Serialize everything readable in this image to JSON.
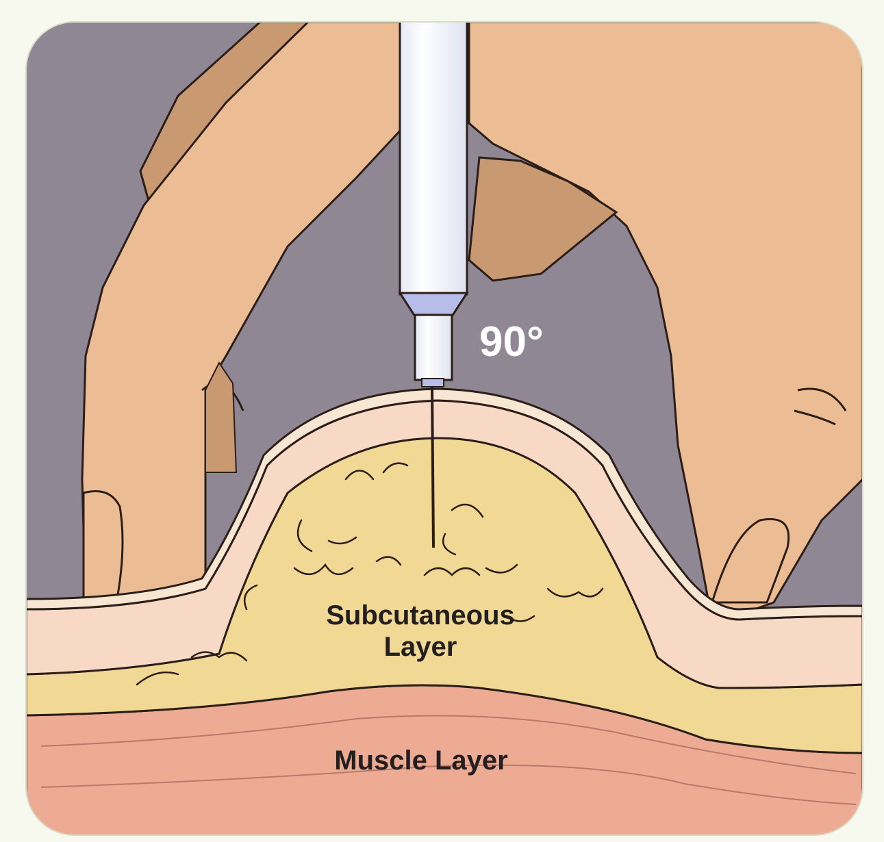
{
  "labels": {
    "angle": "90°",
    "subcutaneous_line1": "Subcutaneous",
    "subcutaneous_line2": "Layer",
    "muscle": "Muscle Layer"
  },
  "colors": {
    "background": "#8f8793",
    "skin": "#ecbd94",
    "skin_shadow": "#c99a72",
    "dermis": "#f7d9c6",
    "fat": "#f1d895",
    "muscle": "#eeab94",
    "outline": "#2b1e18",
    "pen": "#ffffff",
    "pen_tip": "#b7bde8"
  }
}
